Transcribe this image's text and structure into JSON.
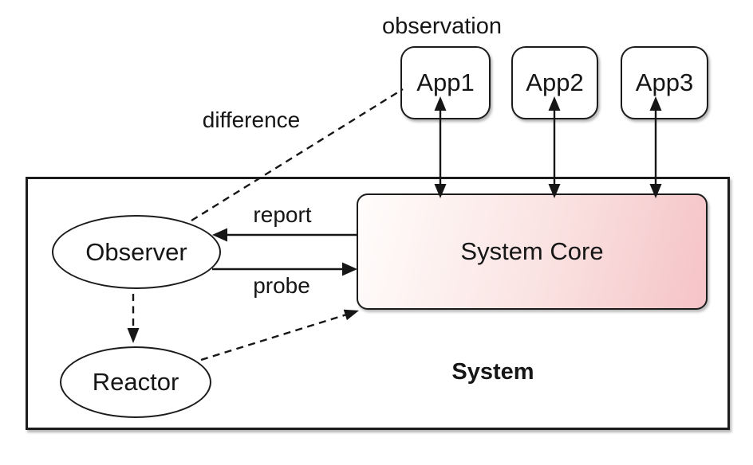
{
  "labels": {
    "observation": "observation",
    "difference": "difference",
    "report": "report",
    "probe": "probe"
  },
  "apps": [
    {
      "label": "App1"
    },
    {
      "label": "App2"
    },
    {
      "label": "App3"
    }
  ],
  "system": {
    "label": "System"
  },
  "system_core": {
    "label": "System Core"
  },
  "observer": {
    "label": "Observer"
  },
  "reactor": {
    "label": "Reactor"
  },
  "edges": [
    {
      "from": "App1",
      "to": "System Core",
      "style": "solid",
      "arrows": "both"
    },
    {
      "from": "App2",
      "to": "System Core",
      "style": "solid",
      "arrows": "both"
    },
    {
      "from": "App3",
      "to": "System Core",
      "style": "solid",
      "arrows": "both"
    },
    {
      "from": "System Core",
      "to": "Observer",
      "label": "report",
      "style": "solid",
      "arrows": "end"
    },
    {
      "from": "Observer",
      "to": "System Core",
      "label": "probe",
      "style": "solid",
      "arrows": "end"
    },
    {
      "from": "Observer",
      "to": "Reactor",
      "style": "dashed",
      "arrows": "end"
    },
    {
      "from": "Reactor",
      "to": "System Core",
      "style": "dashed",
      "arrows": "end"
    },
    {
      "from": "Observer",
      "to": "App1",
      "label": "difference",
      "style": "dashed",
      "arrows": "none"
    }
  ],
  "colors": {
    "core_gradient_start": "#fffdfc",
    "core_gradient_mid": "#fae2e1",
    "core_gradient_end": "#f5c3c7",
    "line": "#161616",
    "background": "#ffffff"
  }
}
